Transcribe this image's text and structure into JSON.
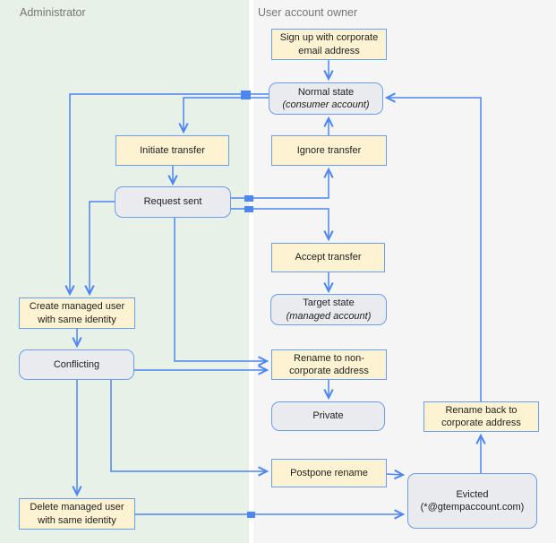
{
  "lanes": {
    "admin": {
      "title": "Administrator"
    },
    "user": {
      "title": "User account owner"
    }
  },
  "nodes": [
    {
      "id": "sign-up",
      "type": "action",
      "line1": "Sign up with corporate",
      "line2": "email address"
    },
    {
      "id": "normal-state",
      "type": "state",
      "line1": "Normal state",
      "line2": "(consumer account)"
    },
    {
      "id": "initiate-transfer",
      "type": "action",
      "line1": "Initiate transfer"
    },
    {
      "id": "ignore-transfer",
      "type": "action",
      "line1": "Ignore transfer"
    },
    {
      "id": "request-sent",
      "type": "state",
      "line1": "Request sent"
    },
    {
      "id": "accept-transfer",
      "type": "action",
      "line1": "Accept transfer"
    },
    {
      "id": "target-state",
      "type": "state",
      "line1": "Target state",
      "line2": "(managed account)"
    },
    {
      "id": "create-managed",
      "type": "action",
      "line1": "Create managed user",
      "line2": "with same identity"
    },
    {
      "id": "conflicting",
      "type": "state",
      "line1": "Conflicting"
    },
    {
      "id": "rename-noncorp",
      "type": "action",
      "line1": "Rename to non-",
      "line2": "corporate address"
    },
    {
      "id": "private",
      "type": "state",
      "line1": "Private"
    },
    {
      "id": "rename-back",
      "type": "action",
      "line1": "Rename back to",
      "line2": "corporate address"
    },
    {
      "id": "postpone-rename",
      "type": "action",
      "line1": "Postpone rename"
    },
    {
      "id": "evicted",
      "type": "state",
      "line1": "Evicted",
      "line2": "(*@gtempaccount.com)"
    },
    {
      "id": "delete-managed",
      "type": "action",
      "line1": "Delete managed user",
      "line2": "with same identity"
    }
  ],
  "colors": {
    "edge": "#4d86f0",
    "node_border": "#6d9eeb",
    "action_fill": "#fdf3d2",
    "state_fill": "#e9ebef",
    "lane_left": "#e7f1e8",
    "lane_right": "#f5f5f6",
    "lane_title": "#757575",
    "text": "#1e1e1e"
  }
}
